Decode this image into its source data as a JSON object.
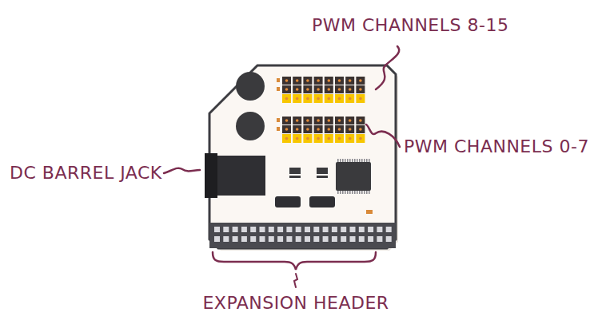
{
  "diagram": {
    "labels": [
      "PWM CHANNELS 8-15",
      "PWM CHANNELS 0-7",
      "DC BARREL JACK",
      "EXPANSION HEADER"
    ]
  }
}
